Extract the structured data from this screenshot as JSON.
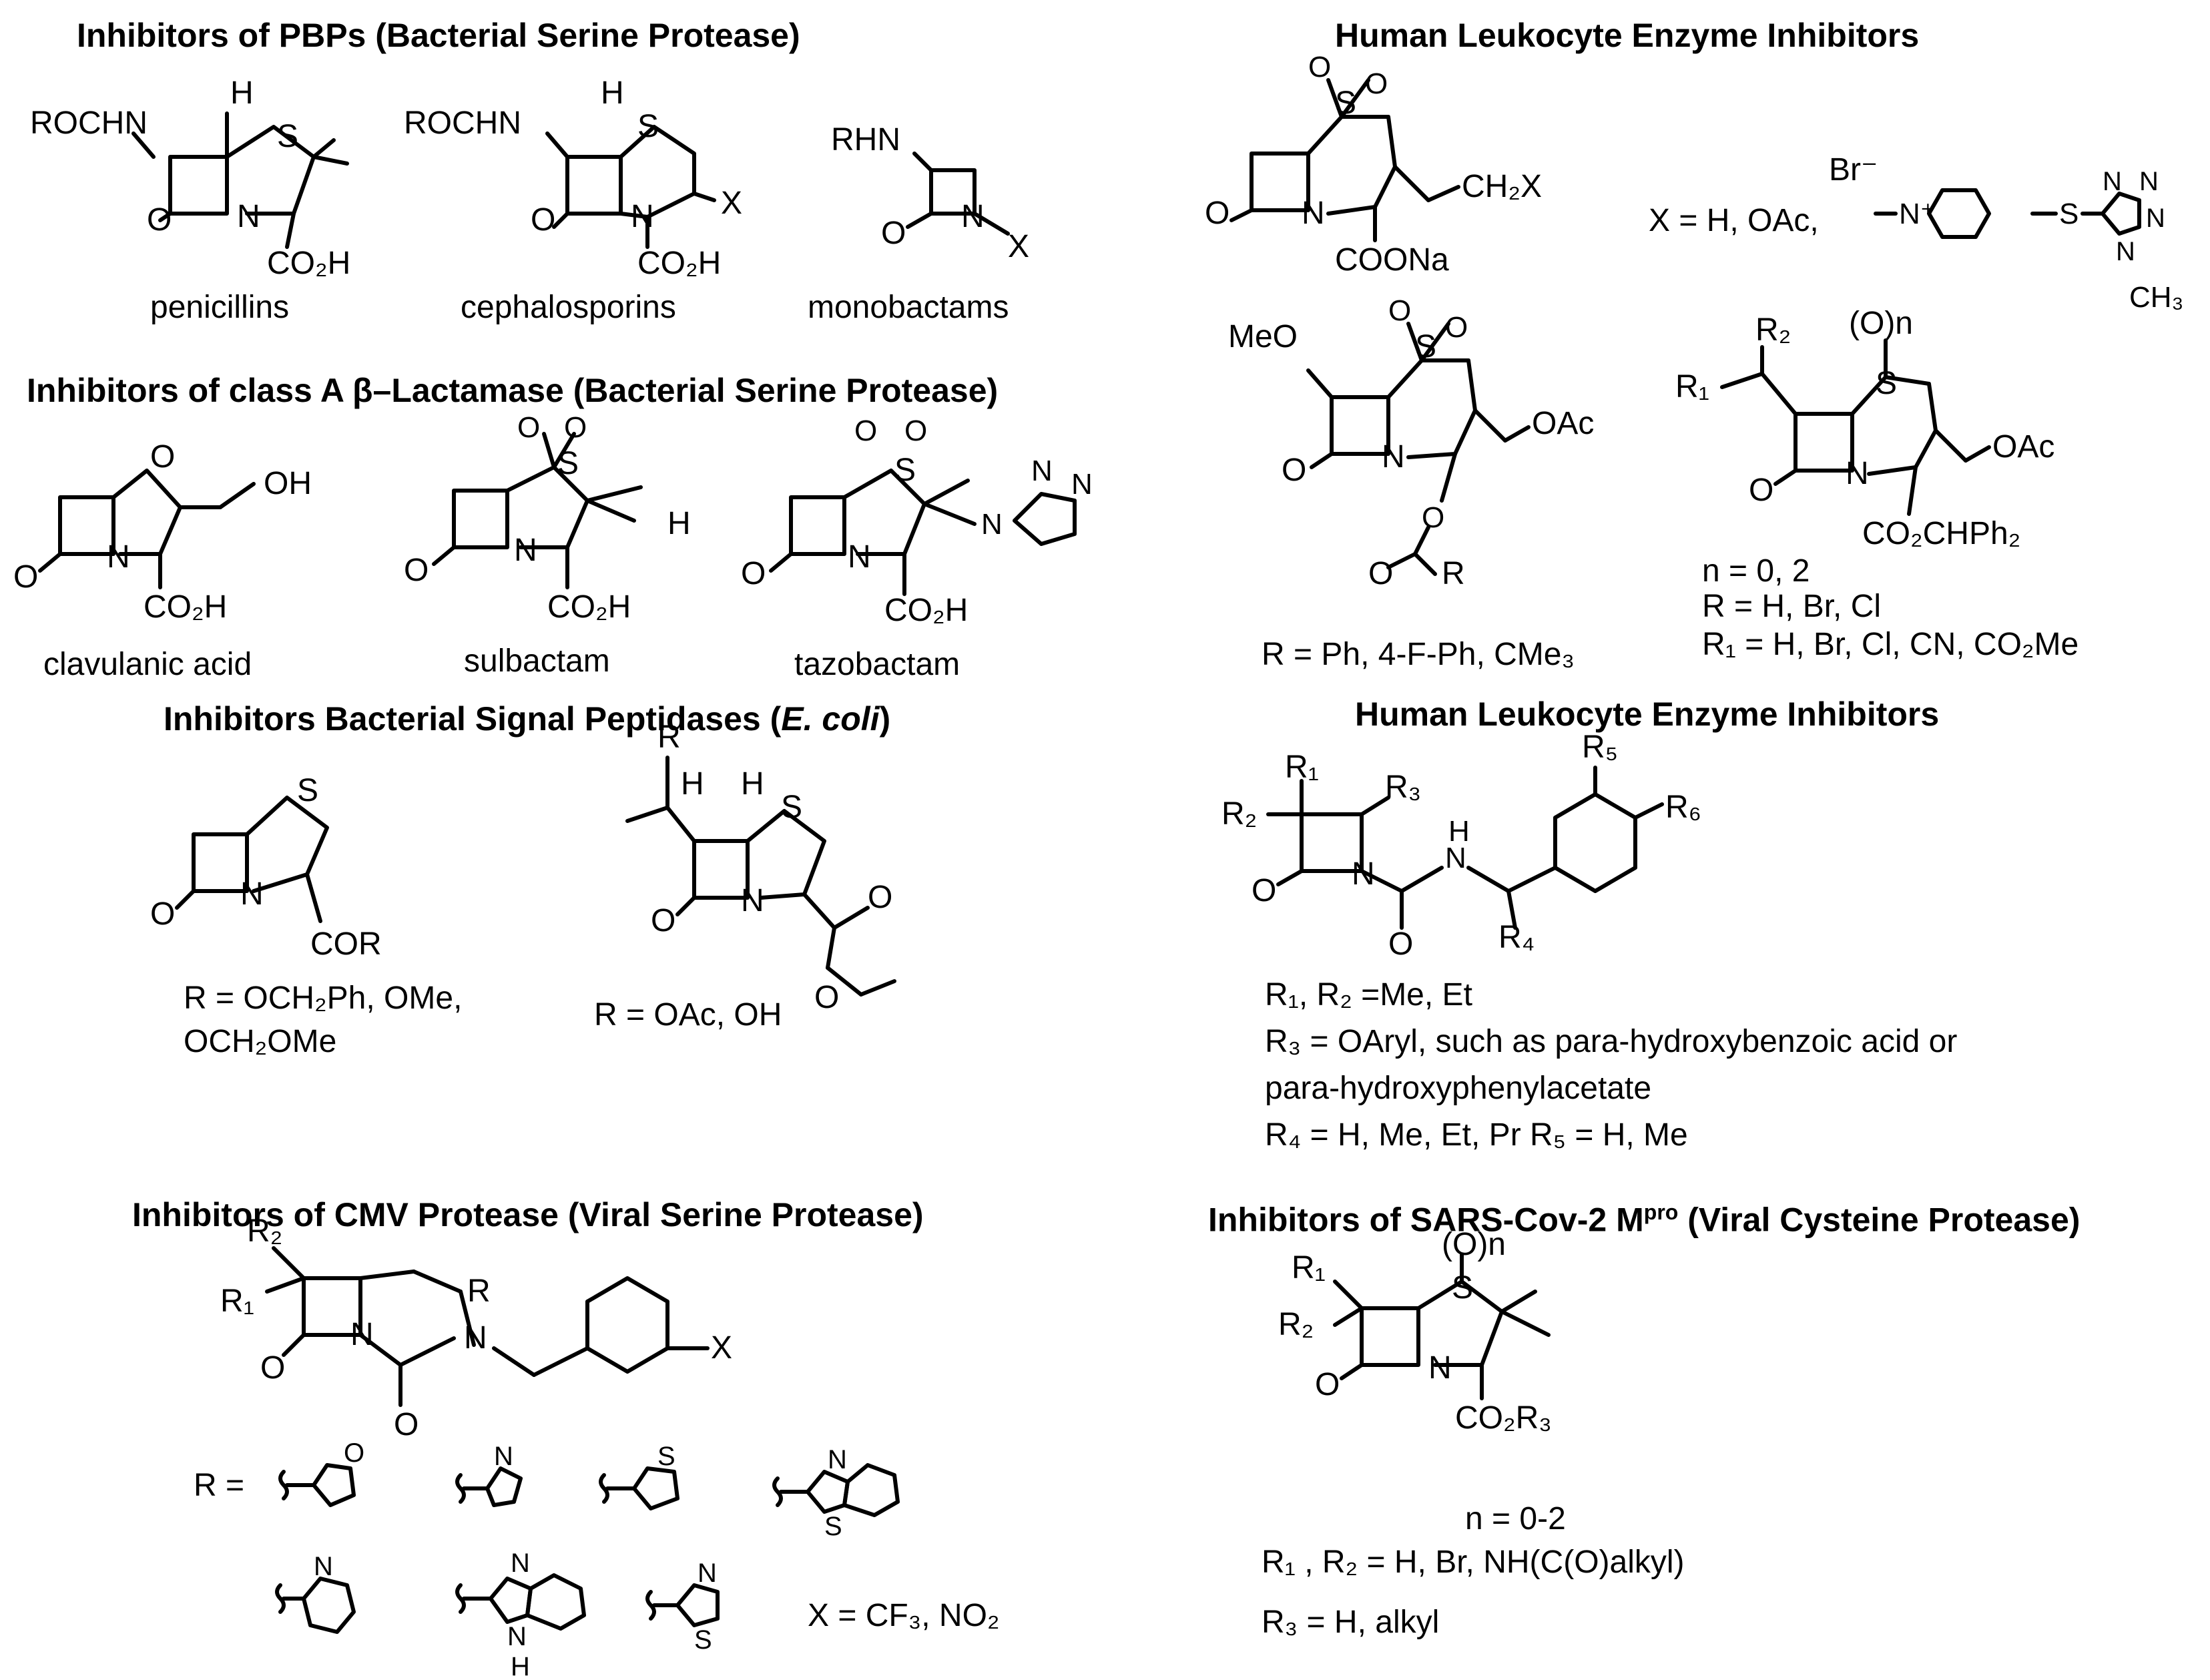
{
  "titles": {
    "pbp": "Inhibitors of PBPs (Bacterial Serine Protease)",
    "class_a": "Inhibitors of class A β–Lactamase (Bacterial Serine Protease)",
    "signal_peptidase_main": "Inhibitors Bacterial Signal Peptidases (",
    "signal_peptidase_italic": "E. coli",
    "signal_peptidase_end": ")",
    "cmv": "Inhibitors of  CMV Protease (Viral Serine Protease)",
    "leukocyte_1": "Human Leukocyte Enzyme Inhibitors",
    "leukocyte_2": "Human Leukocyte Enzyme Inhibitors",
    "sars_main": "Inhibitors of SARS-Cov-2 M",
    "sars_sup": "pro",
    "sars_end": " (Viral Cysteine Protease)"
  },
  "compound_names": {
    "penicillins": "penicillins",
    "cephalosporins": "cephalosporins",
    "monobactams": "monobactams",
    "clavulanic_acid": "clavulanic acid",
    "sulbactam": "sulbactam",
    "tazobactam": "tazobactam"
  },
  "atoms": {
    "rochn": "ROCHN",
    "rhn": "RHN",
    "h": "H",
    "s": "S",
    "n": "N",
    "o": "O",
    "x": "X",
    "oh": "OH",
    "co2h": "CO₂H",
    "cor": "COR",
    "r": "R",
    "meo": "MeO",
    "ch2x": "CH₂X",
    "coona": "COONa",
    "oac": "OAc",
    "co2chph2": "CO₂CHPh₂",
    "co2r3": "CO₂R₃",
    "o_n": "(O)n",
    "r1": "R₁",
    "r2": "R₂",
    "r3": "R₃",
    "r4": "R₄",
    "r5": "R₅",
    "r6": "R₆",
    "ch3": "CH₃",
    "br_minus": "Br⁻",
    "nh": "NH",
    "n_plus": "N⁺"
  },
  "substituent_notes": {
    "sp_r1": "R = OCH₂Ph, OMe,",
    "sp_r2": "OCH₂OMe",
    "sp_r_oac": "R = OAc, OH",
    "leuk_x": "X = H, OAc,",
    "leuk_r_ph": "R = Ph, 4-F-Ph, CMe₃",
    "leuk_n": "n = 0, 2",
    "leuk_r_hal": "R = H, Br, Cl",
    "leuk_r1": "R₁ = H, Br, Cl, CN, CO₂Me",
    "l2_r1r2": "R₁, R₂ =Me, Et",
    "l2_r3a": "R₃ = OAryl, such as para-hydroxybenzoic acid or",
    "l2_r3b": "para-hydroxyphenylacetate",
    "l2_r4r5": "R₄ = H, Me, Et, Pr    R₅ = H, Me",
    "cmv_r": "R =",
    "cmv_x": "X = CF₃, NO₂",
    "sars_n": "n = 0-2",
    "sars_r1r2": "R₁ , R₂ = H, Br, NH(C(O)alkyl)",
    "sars_r3": "R₃ = H, alkyl"
  }
}
